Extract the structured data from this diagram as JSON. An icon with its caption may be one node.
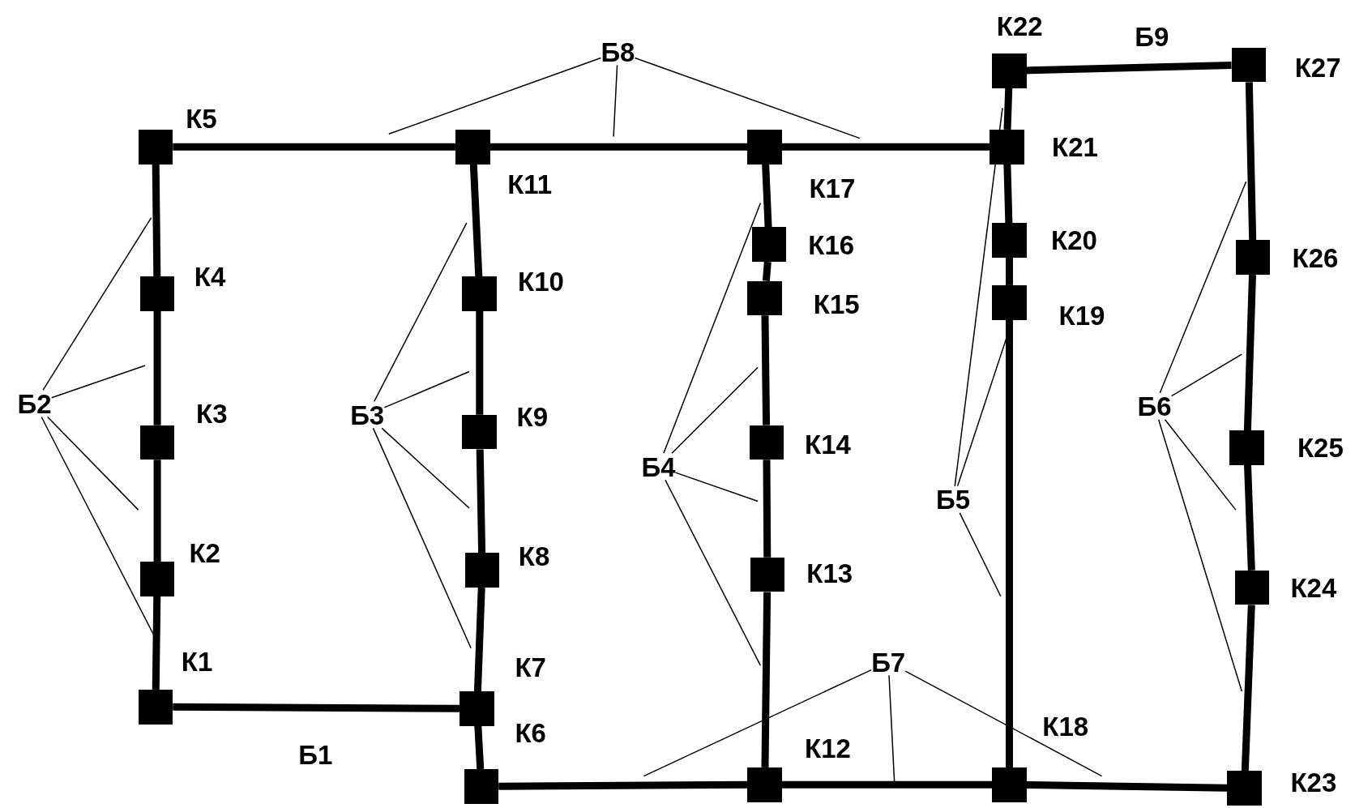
{
  "diagram": {
    "nodes": [
      {
        "text": [],
        "shape": "box",
        "beside": [
          "К1"
        ]
      },
      {
        "text": [],
        "shape": "box",
        "beside": [
          "К2"
        ]
      },
      {
        "text": [],
        "shape": "box",
        "beside": [
          "К3"
        ]
      },
      {
        "text": [],
        "shape": "box",
        "beside": [
          "К4"
        ]
      },
      {
        "text": [],
        "shape": "box",
        "beside": [
          "К5"
        ]
      },
      {
        "text": [],
        "shape": "box",
        "beside": [
          "К6"
        ]
      },
      {
        "text": [],
        "shape": "box",
        "beside": [
          "К7"
        ]
      },
      {
        "text": [],
        "shape": "box",
        "beside": [
          "К8"
        ]
      },
      {
        "text": [],
        "shape": "box",
        "beside": [
          "К9"
        ]
      },
      {
        "text": [],
        "shape": "box",
        "beside": [
          "К10"
        ]
      },
      {
        "text": [],
        "shape": "box",
        "beside": [
          "К11"
        ]
      },
      {
        "text": [],
        "shape": "box",
        "beside": [
          "К12"
        ]
      },
      {
        "text": [],
        "shape": "box",
        "beside": [
          "К13"
        ]
      },
      {
        "text": [],
        "shape": "box",
        "beside": [
          "К14"
        ]
      },
      {
        "text": [],
        "shape": "box",
        "beside": [
          "К15"
        ]
      },
      {
        "text": [],
        "shape": "box",
        "beside": [
          "К16"
        ]
      },
      {
        "text": [],
        "shape": "box",
        "beside": [
          "К17"
        ]
      },
      {
        "text": [],
        "shape": "box",
        "beside": [
          "К18"
        ]
      },
      {
        "text": [],
        "shape": "box",
        "beside": [
          "К19"
        ]
      },
      {
        "text": [],
        "shape": "box",
        "beside": [
          "К20"
        ]
      },
      {
        "text": [],
        "shape": "box",
        "beside": [
          "К21"
        ]
      },
      {
        "text": [],
        "shape": "box",
        "beside": [
          "К22"
        ]
      },
      {
        "text": [],
        "shape": "box",
        "beside": [
          "К23"
        ]
      },
      {
        "text": [],
        "shape": "box",
        "beside": [
          "К24"
        ]
      },
      {
        "text": [],
        "shape": "box",
        "beside": [
          "К25"
        ]
      },
      {
        "text": [],
        "shape": "box",
        "beside": [
          "К26"
        ]
      },
      {
        "text": [],
        "shape": "box",
        "beside": [
          "К27"
        ]
      },
      {
        "text": [
          "Б2"
        ]
      },
      {
        "text": [
          "Б3"
        ]
      },
      {
        "text": [
          "Б4"
        ]
      },
      {
        "text": [
          "Б5"
        ]
      },
      {
        "text": [
          "Б6"
        ]
      },
      {
        "text": [
          "Б7"
        ]
      },
      {
        "text": [
          "Б8"
        ]
      }
    ],
    "edges": [
      {
        "from": 0,
        "to": 1,
        "arrow": "none"
      },
      {
        "from": 1,
        "to": 2,
        "arrow": "none"
      },
      {
        "from": 2,
        "to": 3,
        "arrow": "none"
      },
      {
        "from": 3,
        "to": 4,
        "arrow": "none"
      },
      {
        "from": 4,
        "to": 10,
        "arrow": "none"
      },
      {
        "from": 10,
        "to": 16,
        "arrow": "none"
      },
      {
        "from": 16,
        "to": 20,
        "arrow": "none"
      },
      {
        "from": 20,
        "to": 21,
        "arrow": "none"
      },
      {
        "from": 21,
        "to": 26,
        "arrow": "none"
      },
      {
        "from": 10,
        "to": 9,
        "arrow": "none"
      },
      {
        "from": 9,
        "to": 8,
        "arrow": "none"
      },
      {
        "from": 8,
        "to": 7,
        "arrow": "none"
      },
      {
        "from": 7,
        "to": 6,
        "arrow": "none"
      },
      {
        "from": 6,
        "to": 5,
        "arrow": "none"
      },
      {
        "from": 0,
        "to": 6,
        "arrow": "none"
      },
      {
        "from": 5,
        "to": 11,
        "arrow": "none"
      },
      {
        "from": 11,
        "to": 17,
        "arrow": "none"
      },
      {
        "from": 17,
        "to": 22,
        "arrow": "none"
      },
      {
        "from": 16,
        "to": 15,
        "arrow": "none"
      },
      {
        "from": 15,
        "to": 14,
        "arrow": "none"
      },
      {
        "from": 14,
        "to": 13,
        "arrow": "none"
      },
      {
        "from": 13,
        "to": 12,
        "arrow": "none"
      },
      {
        "from": 12,
        "to": 11,
        "arrow": "none"
      },
      {
        "from": 20,
        "to": 19,
        "arrow": "none"
      },
      {
        "from": 19,
        "to": 18,
        "arrow": "none"
      },
      {
        "from": 18,
        "to": 17,
        "arrow": "none"
      },
      {
        "from": 26,
        "to": 25,
        "arrow": "none"
      },
      {
        "from": 25,
        "to": 24,
        "arrow": "none"
      },
      {
        "from": 24,
        "to": 23,
        "arrow": "none"
      },
      {
        "from": 23,
        "to": 22,
        "arrow": "none"
      },
      {
        "from": 27,
        "to": null,
        "arrow": "none"
      },
      {
        "from": 27,
        "to": null,
        "arrow": "none"
      },
      {
        "from": 27,
        "to": null,
        "arrow": "none"
      },
      {
        "from": 27,
        "to": null,
        "arrow": "none"
      },
      {
        "from": 28,
        "to": null,
        "arrow": "none"
      },
      {
        "from": 28,
        "to": null,
        "arrow": "none"
      },
      {
        "from": 28,
        "to": null,
        "arrow": "none"
      },
      {
        "from": 28,
        "to": null,
        "arrow": "none"
      },
      {
        "from": 29,
        "to": null,
        "arrow": "none"
      },
      {
        "from": 29,
        "to": null,
        "arrow": "none"
      },
      {
        "from": 29,
        "to": null,
        "arrow": "none"
      },
      {
        "from": 29,
        "to": null,
        "arrow": "none"
      },
      {
        "from": 30,
        "to": null,
        "arrow": "none"
      },
      {
        "from": 30,
        "to": null,
        "arrow": "none"
      },
      {
        "from": 30,
        "to": null,
        "arrow": "none"
      },
      {
        "from": 31,
        "to": null,
        "arrow": "none"
      },
      {
        "from": 31,
        "to": null,
        "arrow": "none"
      },
      {
        "from": 31,
        "to": null,
        "arrow": "none"
      },
      {
        "from": 31,
        "to": null,
        "arrow": "none"
      },
      {
        "from": 32,
        "to": null,
        "arrow": "none"
      },
      {
        "from": 32,
        "to": null,
        "arrow": "none"
      },
      {
        "from": 32,
        "to": null,
        "arrow": "none"
      },
      {
        "from": 33,
        "to": null,
        "arrow": "none"
      },
      {
        "from": 33,
        "to": null,
        "arrow": "none"
      },
      {
        "from": 33,
        "to": null,
        "arrow": "none"
      }
    ],
    "labels": [
      "Б1",
      "Б9"
    ]
  }
}
